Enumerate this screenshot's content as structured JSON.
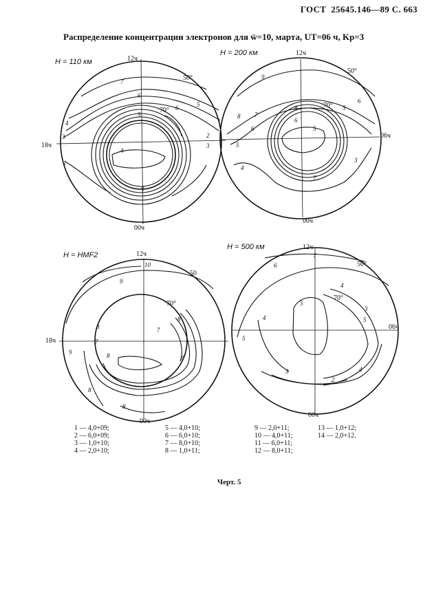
{
  "header": {
    "gost": "ГОСТ",
    "doc": "25645.146—89",
    "page": "С. 663"
  },
  "title": "Распределение концентрации электронов для w̄=10, марта, UT=06 ч, Kp=3",
  "panels": [
    {
      "height": "H = 110 км",
      "top": "12ч",
      "bottom": "00ч",
      "left": "18ч",
      "right": "",
      "lat50": "50°",
      "lat70": "70°"
    },
    {
      "height": "H = 200 км",
      "top": "12ч",
      "bottom": "00ч",
      "left": "",
      "right": "06ч",
      "lat50": "50°",
      "lat70": "70°"
    },
    {
      "height": "H = HMF2",
      "top": "12ч",
      "bottom": "00ч",
      "left": "18ч",
      "right": "",
      "lat50": "50",
      "lat70": "70°"
    },
    {
      "height": "H = 500 км",
      "top": "12ч",
      "bottom": "00ч",
      "left": "",
      "right": "06ч",
      "lat50": "50°",
      "lat70": "70°"
    }
  ],
  "legend": {
    "col1": [
      "1 — 4,0+09;",
      "2 — 6,0+09;",
      "3 — 1,0+10;",
      "4 — 2,0+10;"
    ],
    "col2": [
      "5 — 4,0+10;",
      "6 — 6,0+10;",
      "7 — 8,0+10;",
      "8 — 1,0+11;"
    ],
    "col3": [
      "9 — 2,0+11;",
      "10 — 4,0+11;",
      "11 — 6,0+11;",
      "12 — 8,0+11;"
    ],
    "col4": [
      "13 — 1,0+12;",
      "14 — 2,0+12."
    ]
  },
  "caption": "Черт. 5"
}
